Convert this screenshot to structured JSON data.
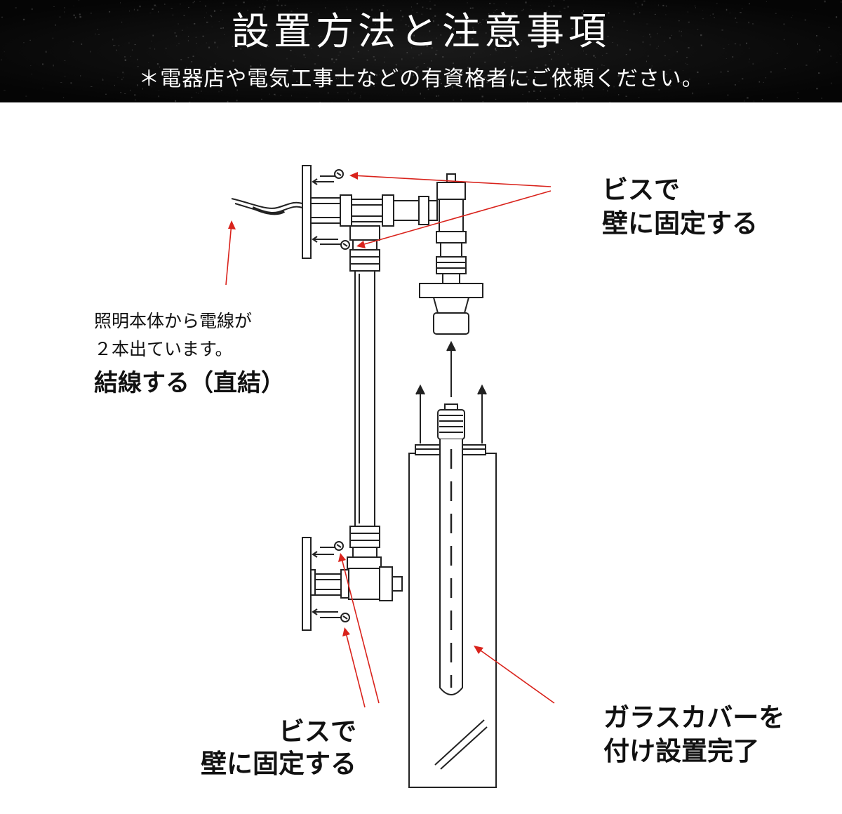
{
  "header": {
    "title": "設置方法と注意事項",
    "subtitle": "＊電器店や電気工事士などの有資格者にご依頼ください。"
  },
  "labels": {
    "top_screws": {
      "line1": "ビスで",
      "line2": "壁に固定する"
    },
    "wiring": {
      "line1": "照明本体から電線が",
      "line2": "２本出ています。",
      "line3": "結線する（直結）"
    },
    "bottom_screws": {
      "line1": "ビスで",
      "line2": "壁に固定する"
    },
    "glass_cover": {
      "line1": "ガラスカバーを",
      "line2": "付け設置完了"
    }
  },
  "colors": {
    "annotation_arrow": "#d9231c",
    "line_art": "#222222",
    "header_bg": "#101010"
  }
}
